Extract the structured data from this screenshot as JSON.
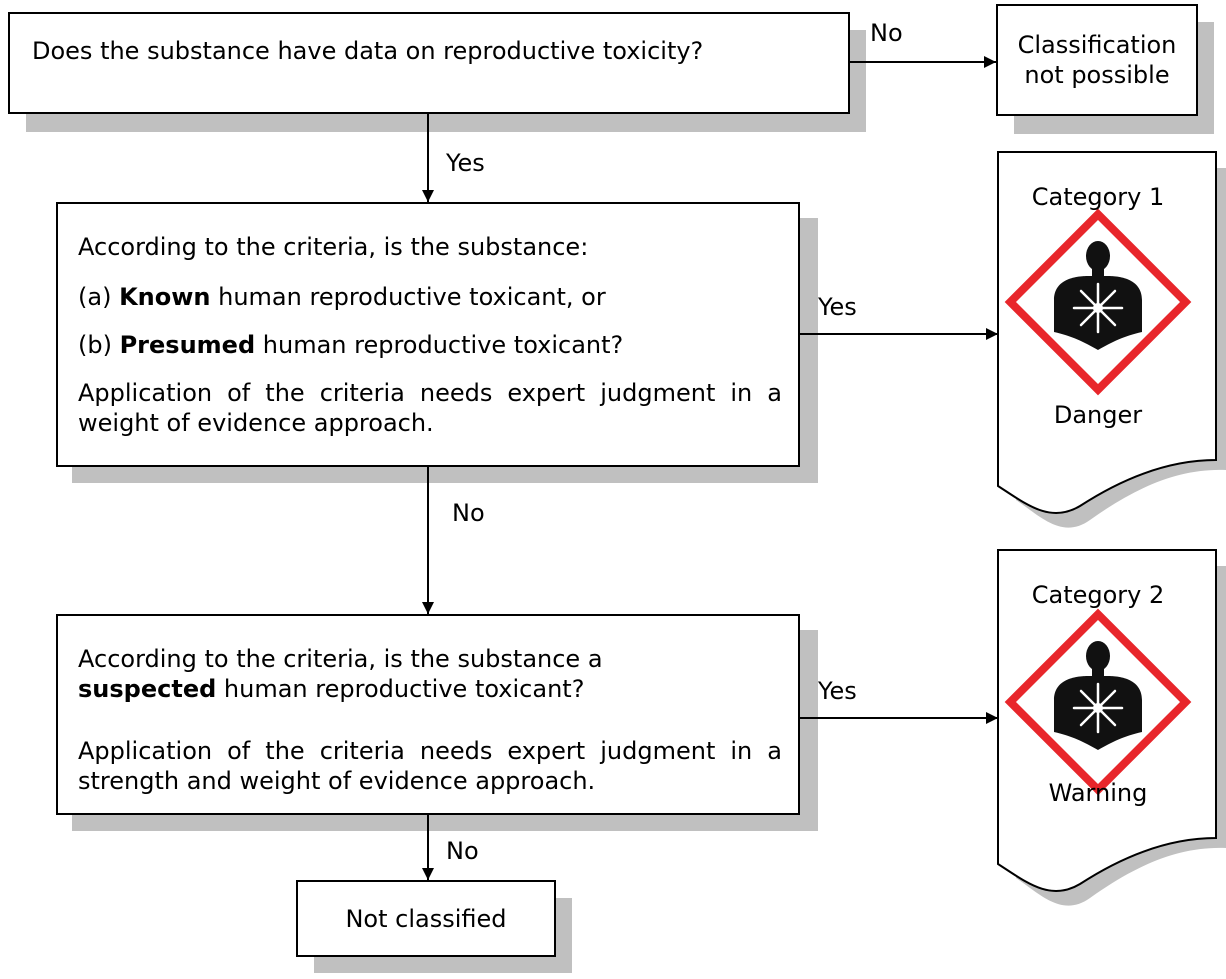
{
  "q1": {
    "text": "Does the substance have data on reproductive toxicity?"
  },
  "q2": {
    "line1": "According to the criteria, is the substance:",
    "opt_a_prefix": "(a) ",
    "opt_a_bold": "Known",
    "opt_a_rest": " human reproductive toxicant, or",
    "opt_b_prefix": "(b) ",
    "opt_b_bold": "Presumed",
    "opt_b_rest": " human reproductive toxicant?",
    "note": "Application of the criteria needs expert judgment in a weight of evidence approach."
  },
  "q3": {
    "line1": "According to the criteria, is the substance a",
    "bold": "suspected",
    "rest": " human reproductive toxicant?",
    "note": "Application of the criteria needs expert judgment in a strength and weight of evidence approach."
  },
  "results": {
    "not_possible": "Classification not possible",
    "not_classified": "Not classified",
    "cat1_title": "Category 1",
    "cat1_signal": "Danger",
    "cat2_title": "Category 2",
    "cat2_signal": "Warning"
  },
  "labels": {
    "yes": "Yes",
    "no": "No"
  },
  "colors": {
    "pictogram_border": "#e8262b",
    "shadow": "#c0c0c0"
  }
}
